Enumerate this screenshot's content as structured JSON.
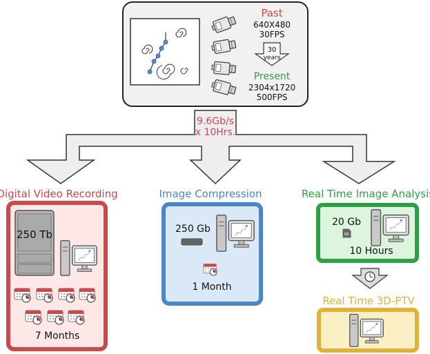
{
  "top_panel": {
    "past_label": "Past",
    "past_resolution": "640X480",
    "past_fps": "30FPS",
    "gap_years": "30",
    "gap_unit": "years",
    "present_label": "Present",
    "present_resolution": "2304x1720",
    "present_fps": "500FPS"
  },
  "data_rate": {
    "line1": "9.6Gb/s",
    "line2": "x 10Hrs."
  },
  "branches": {
    "recording": {
      "title": "Digital Video Recording",
      "storage": "250 Tb",
      "duration": "7 Months"
    },
    "compression": {
      "title": "Image Compression",
      "storage": "250 Gb",
      "duration": "1 Month"
    },
    "analysis": {
      "title": "Real Time Image Analysis",
      "storage": "20 Gb",
      "duration": "10 Hours",
      "card_label": "SD"
    },
    "ptv": {
      "title": "Real Time 3D-PTV"
    }
  },
  "colors": {
    "red": "#c94a4d",
    "red_fill": "#fde7e7",
    "blue": "#4a87c6",
    "blue_fill": "#dbe8f8",
    "green": "#2ea043",
    "green_fill": "#dcf5dc",
    "yellow": "#e0b23a",
    "yellow_fill": "#fbefc6",
    "panel_fill": "#f1f1f1"
  }
}
